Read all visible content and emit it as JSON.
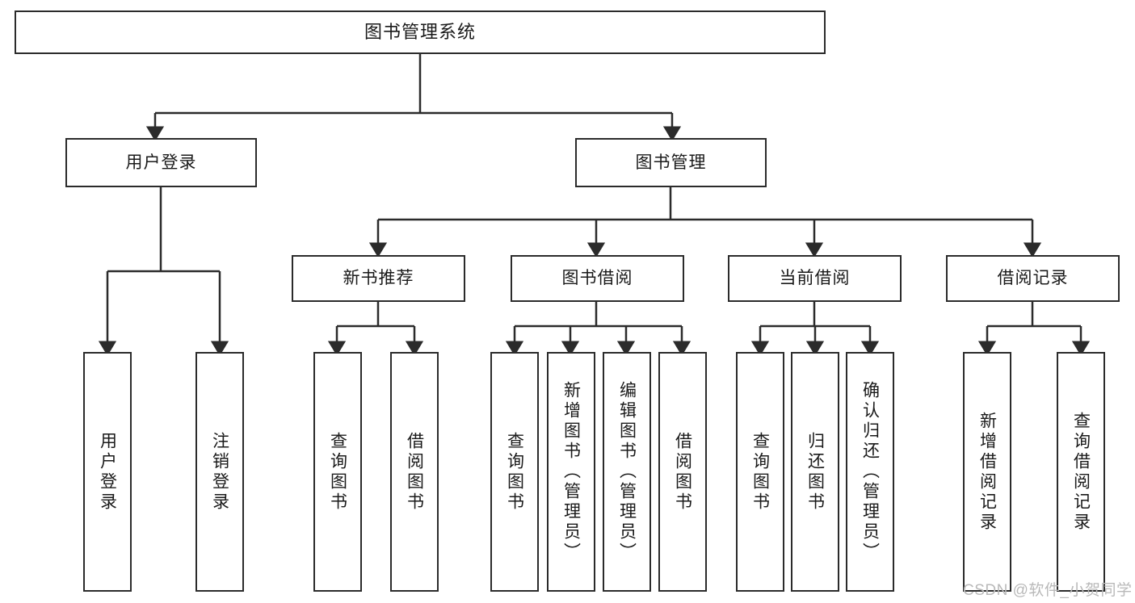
{
  "diagram": {
    "title": "图书管理系统",
    "root": {
      "label": "图书管理系统"
    },
    "level2": [
      {
        "label": "用户登录"
      },
      {
        "label": "图书管理"
      }
    ],
    "level3": [
      {
        "label": "新书推荐"
      },
      {
        "label": "图书借阅"
      },
      {
        "label": "当前借阅"
      },
      {
        "label": "借阅记录"
      }
    ],
    "leaves": {
      "user_login": [
        {
          "label": "用户登录"
        },
        {
          "label": "注销登录"
        }
      ],
      "new_book_recommend": [
        {
          "label": "查询图书"
        },
        {
          "label": "借阅图书"
        }
      ],
      "book_borrow": [
        {
          "label": "查询图书"
        },
        {
          "label": "新增图书（管理员）"
        },
        {
          "label": "编辑图书（管理员）"
        },
        {
          "label": "借阅图书"
        }
      ],
      "current_borrow": [
        {
          "label": "查询图书"
        },
        {
          "label": "归还图书"
        },
        {
          "label": "确认归还（管理员）"
        }
      ],
      "borrow_record": [
        {
          "label": "新增借阅记录"
        },
        {
          "label": "查询借阅记录"
        }
      ]
    }
  },
  "watermark": {
    "text": "CSDN @软件_小贺同学"
  },
  "colors": {
    "stroke": "#2b2b2b",
    "background": "#ffffff",
    "text": "#1a1a1a",
    "watermark": "#b9b9b9"
  }
}
